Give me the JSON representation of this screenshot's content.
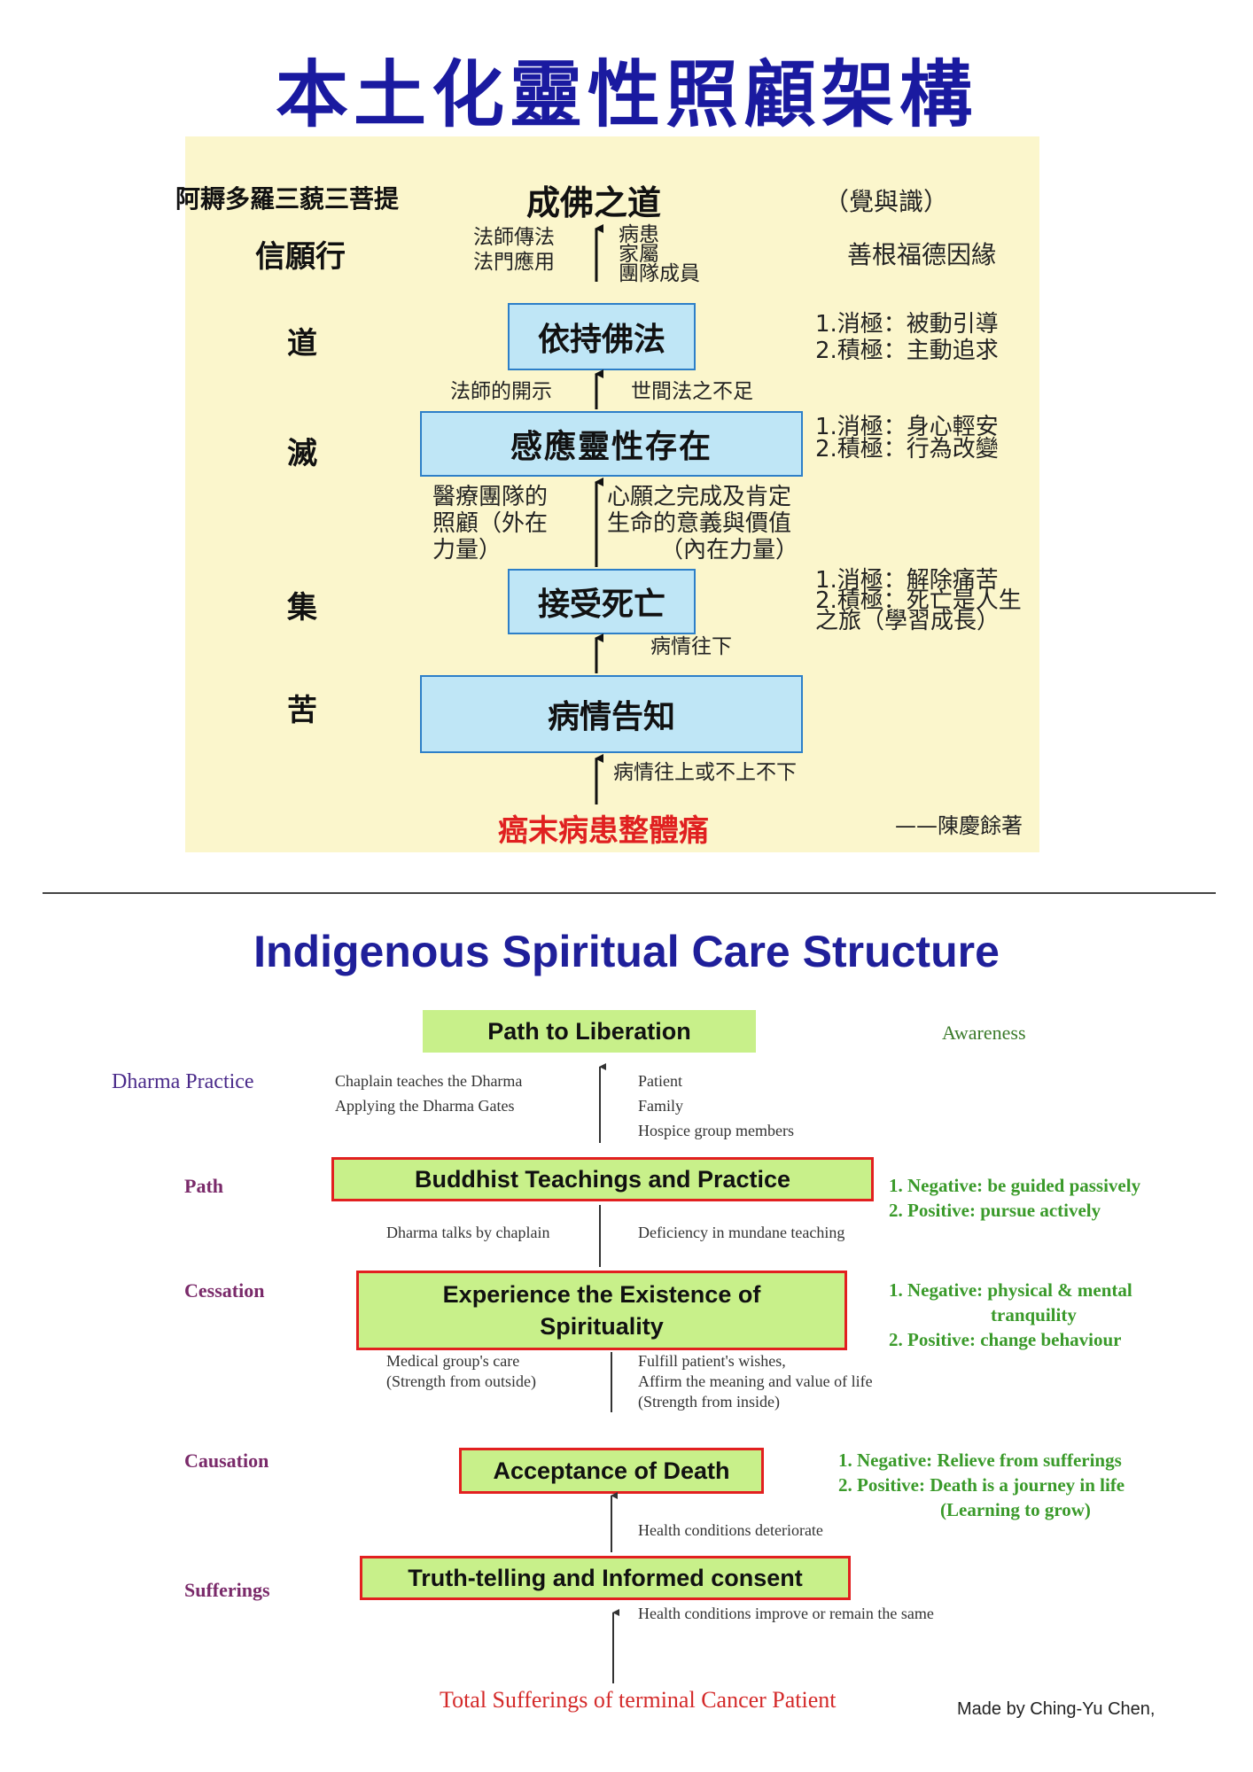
{
  "cn": {
    "title": "本土化靈性照顧架構",
    "top_left": "阿耨多羅三藐三菩提",
    "top_center": "成佛之道",
    "top_right": "（覺與識）",
    "row_faith": "信願行",
    "chaplain_line1": "法師傳法",
    "chaplain_line2": "法門應用",
    "patient_line1": "病患",
    "patient_line2": "家屬",
    "patient_line3": "團隊成員",
    "good_roots": "善根福德因緣",
    "lv_path": "道",
    "lv_cessation": "滅",
    "lv_causation": "集",
    "lv_suffering": "苦",
    "box1": "依持佛法",
    "box1_n1": "1.消極：被動引導",
    "box1_n2": "2.積極：主動追求",
    "between1_left": "法師的開示",
    "between1_right": "世間法之不足",
    "box2": "感應靈性存在",
    "box2_n1": "1.消極：身心輕安",
    "box2_n2": "2.積極：行為改變",
    "between2_left1": "醫療團隊的",
    "between2_left2": "照顧（外在",
    "between2_left3": "力量）",
    "between2_right1": "心願之完成及肯定",
    "between2_right2": "生命的意義與價值",
    "between2_right3": "（內在力量）",
    "box3": "接受死亡",
    "box3_n1": "1.消極：解除痛苦",
    "box3_n2": "2.積極：死亡是人生",
    "box3_n3": "之旅（學習成長）",
    "between3": "病情往下",
    "box4": "病情告知",
    "between4": "病情往上或不上不下",
    "bottom": "癌末病患整體痛",
    "author": "——陳慶餘著"
  },
  "en": {
    "title": "Indigenous Spiritual Care Structure",
    "top_box": "Path to Liberation",
    "awareness": "Awareness",
    "dharma_practice": "Dharma Practice",
    "chaplain1": "Chaplain teaches the Dharma",
    "chaplain2": "Applying the Dharma Gates",
    "patient": "Patient",
    "family": "Family",
    "hospice": "Hospice group members",
    "lv_path": "Path",
    "box1": "Buddhist Teachings and Practice",
    "box1_n1": "1. Negative: be guided passively",
    "box1_n2": "2. Positive: pursue actively",
    "between1_left": "Dharma talks by chaplain",
    "between1_right": "Deficiency in mundane teaching",
    "lv_cessation": "Cessation",
    "box2_line1": "Experience the Existence of",
    "box2_line2": "Spirituality",
    "box2_n1": "1. Negative: physical & mental",
    "box2_n1b": "tranquility",
    "box2_n2": "2. Positive:  change behaviour",
    "between2_left1": "Medical group's care",
    "between2_left2": "(Strength from outside)",
    "between2_right1": "Fulfill patient's wishes,",
    "between2_right2": "Affirm the meaning and value of life",
    "between2_right3": "(Strength from inside)",
    "lv_causation": "Causation",
    "box3": "Acceptance of Death",
    "box3_n1": "1. Negative: Relieve from sufferings",
    "box3_n2": "2. Positive: Death is a journey in life",
    "box3_n3": "(Learning to grow)",
    "between3": "Health conditions deteriorate",
    "lv_sufferings": "Sufferings",
    "box4": "Truth-telling and Informed consent",
    "between4": "Health conditions improve or remain the same",
    "bottom": "Total Sufferings of terminal Cancer Patient",
    "author": "Made by Ching-Yu Chen,"
  }
}
